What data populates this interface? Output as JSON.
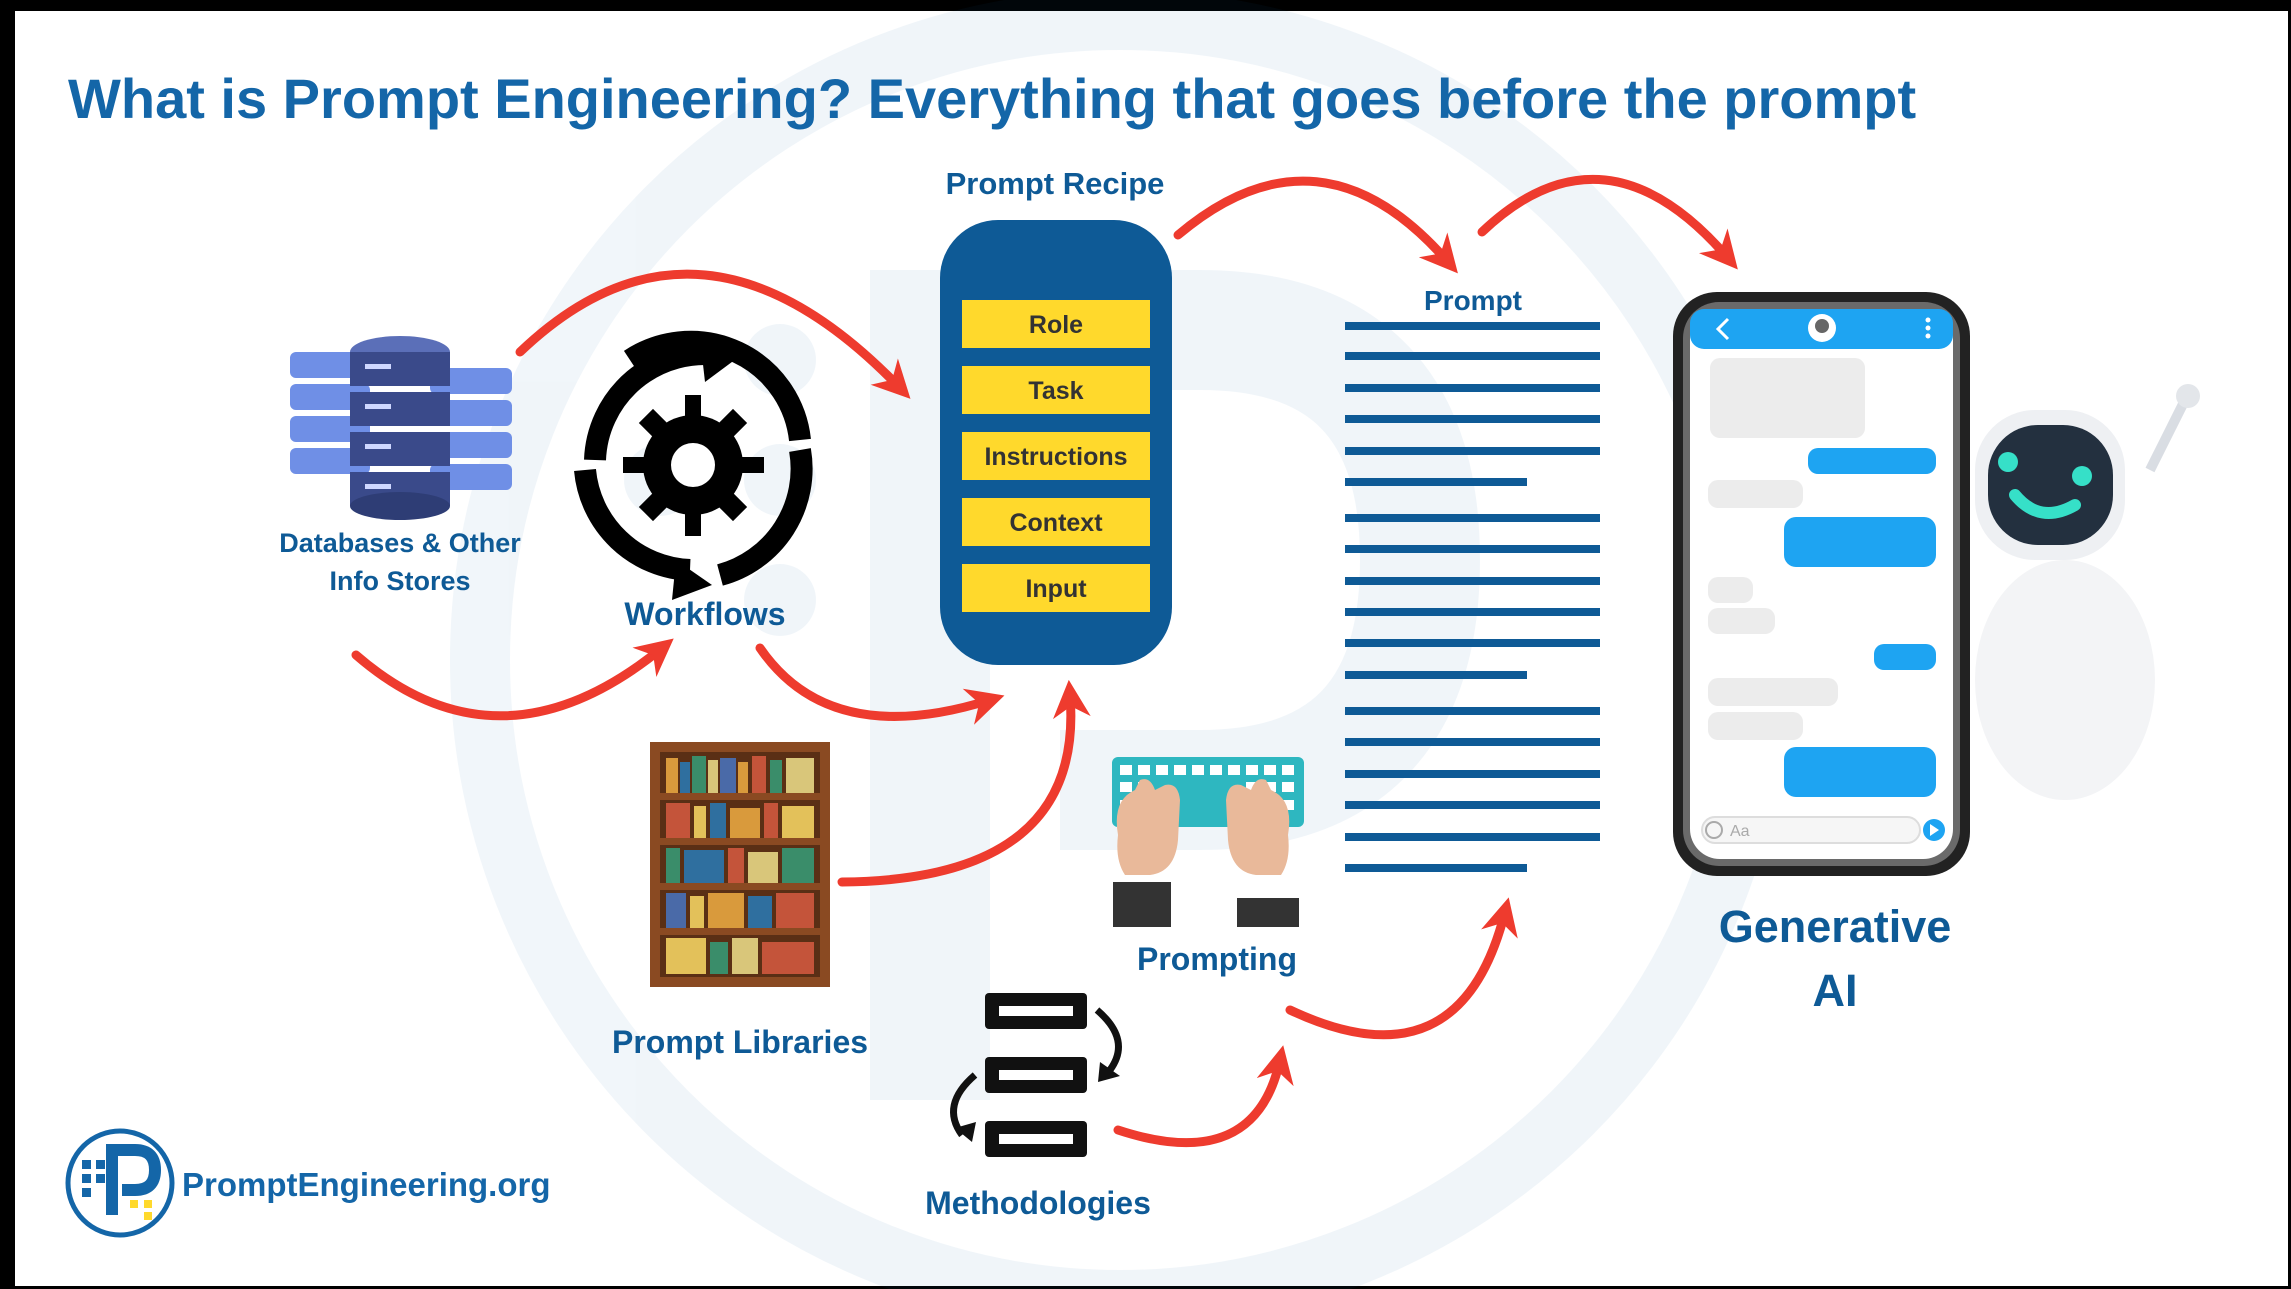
{
  "title": "What is Prompt Engineering? Everything that goes before the prompt",
  "recipe": {
    "heading": "Prompt Recipe",
    "items": [
      "Role",
      "Task",
      "Instructions",
      "Context",
      "Input"
    ]
  },
  "prompt_heading": "Prompt",
  "sources": {
    "databases": [
      "Databases & Other",
      "Info Stores"
    ],
    "workflows": "Workflows",
    "libraries": "Prompt Libraries",
    "prompting": "Prompting",
    "methodologies": "Methodologies"
  },
  "target": [
    "Generative",
    "AI"
  ],
  "chat_input_placeholder": "Aa",
  "logo_text": "PromptEngineering.org",
  "colors": {
    "title_blue": "#1466a8",
    "navy": "#0e5a96",
    "arrow_red": "#ee3b2e",
    "recipe_yellow": "#ffd92c",
    "chat_blue": "#1ea4f2"
  }
}
